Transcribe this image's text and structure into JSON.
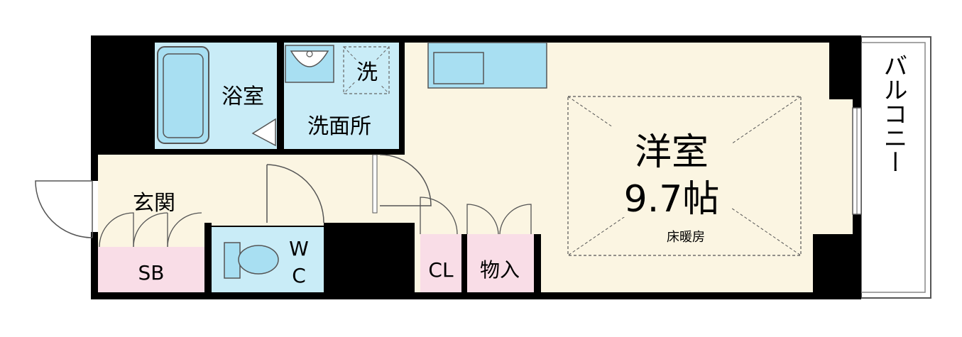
{
  "rooms": {
    "bath": "浴室",
    "washroom": "洗面所",
    "laundry": "洗",
    "entrance": "玄関",
    "shoe_box": "SB",
    "toilet_line1": "W",
    "toilet_line2": "C",
    "closet": "CL",
    "storage": "物入",
    "western_room": "洋室",
    "western_room_size": "9.7帖",
    "floor_heating": "床暖房",
    "balcony": "バルコニー"
  },
  "colors": {
    "wall": "#000000",
    "floor": "#fbf5e2",
    "wet_area": "#c9ecf7",
    "fixture": "#a8dff2",
    "storage": "#f9dde7",
    "line": "#333333"
  }
}
